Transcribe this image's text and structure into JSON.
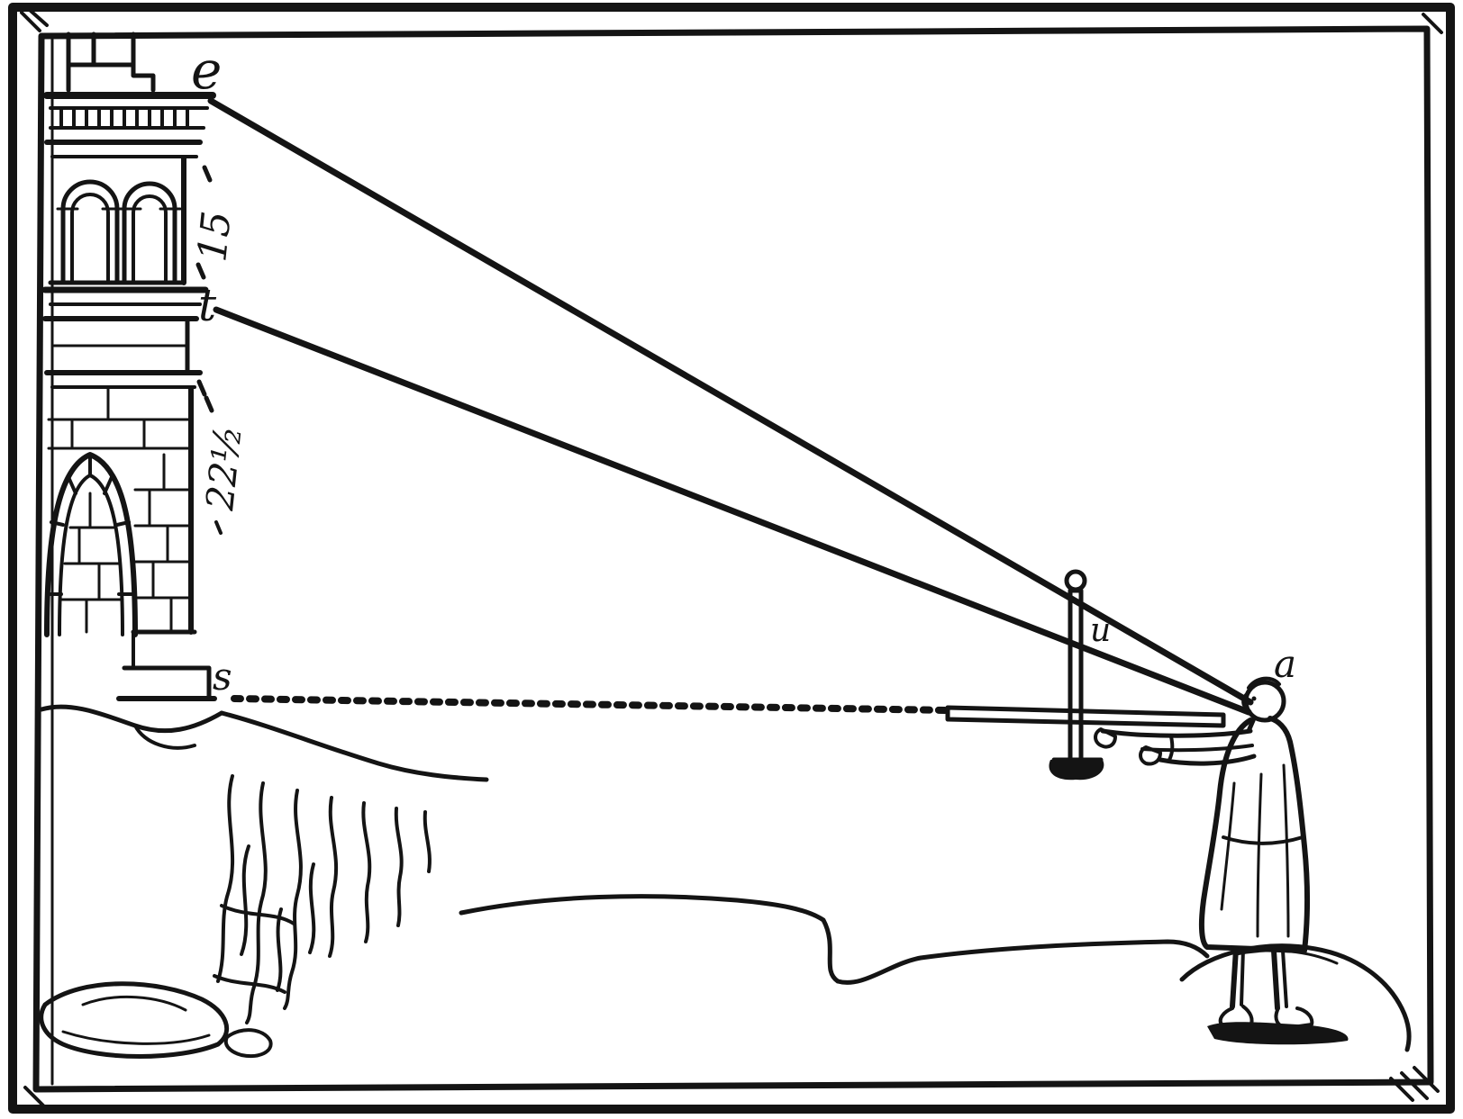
{
  "figure": {
    "description": "Renaissance woodcut: a surveyor sights the top and a middle point of a ruined classical building with a cross-staff, measuring heights along the facade",
    "ink_color": "#141414",
    "paper_color": "#ffffff",
    "labels": {
      "top_point": "e",
      "upper_measure": "15",
      "mid_point": "t",
      "lower_measure": "22½",
      "base_point": "s",
      "vane_point": "u",
      "eye_point": "a"
    }
  }
}
